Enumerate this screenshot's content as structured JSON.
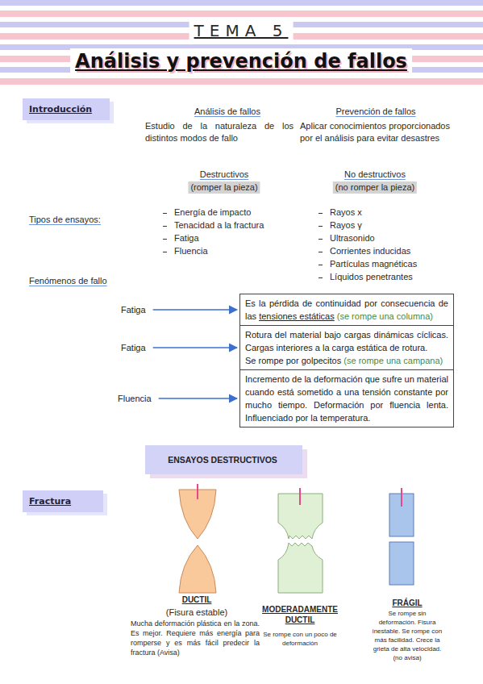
{
  "diagram": {
    "title": "Análisis y prevención de fallos",
    "nodes": [
      {
        "text": [
          "Introducción"
        ]
      },
      {
        "text": [
          "Fatiga"
        ]
      },
      {
        "text": [
          "Es la pérdida de continuidad por consecuencia de las",
          "tensiones estáticas",
          "(se rompe una columna)"
        ]
      },
      {
        "text": [
          "Fatiga"
        ]
      },
      {
        "text": [
          "Rotura del material bajo cargas dinámicas cíclicas. Cargas interiores a la carga estática de rotura.",
          "Se rompe por golpecitos",
          "(se rompe una campana)"
        ]
      },
      {
        "text": [
          "Fluencia"
        ]
      },
      {
        "text": [
          "Incremento de la deformación que sufre un material cuando está sometido a una tensión constante por mucho tiempo. Deformación por fluencia lenta. Influenciado por la temperatura."
        ]
      },
      {
        "text": [
          "ENSAYOS DESTRUCTIVOS"
        ]
      },
      {
        "text": [
          "Fractura"
        ]
      }
    ],
    "edges": [
      {
        "from": 1,
        "to": 2,
        "arrow": "to"
      },
      {
        "from": 3,
        "to": 4,
        "arrow": "to"
      },
      {
        "from": 5,
        "to": 6,
        "arrow": "to"
      }
    ],
    "labels": [
      "TEMA 5",
      "Análisis de fallos",
      "Estudio de la naturaleza de los distintos modos de fallo",
      "Prevención de fallos",
      "Aplicar conocimientos proporcionados por el análisis para evitar desastres",
      "Destructivos",
      "(romper la pieza)",
      "No destructivos",
      "(no romper la pieza)",
      "Tipos de ensayos:",
      "Energía de impacto",
      "Tenacidad a la fractura",
      "Fatiga",
      "Fluencia",
      "Rayos x",
      "Rayos γ",
      "Ultrasonido",
      "Corrientes inducidas",
      "Partículas magnéticas",
      "Líquidos penetrantes",
      "Fenómenos de fallo",
      "DUCTIL",
      "(Fisura estable)",
      "Mucha deformación plástica en la zona. Es mejor. Requiere más energía para romperse y es más fácil predecir la fractura (Avisa)",
      "MODERADAMENTE DUCTIL",
      "Se rompe con un poco de deformación",
      "FRÁGIL",
      "Se rompe sin deformación. Fisura inestable. Se rompe con más facilidad. Crece la grieta de alta velocidad. (no avisa)"
    ]
  }
}
